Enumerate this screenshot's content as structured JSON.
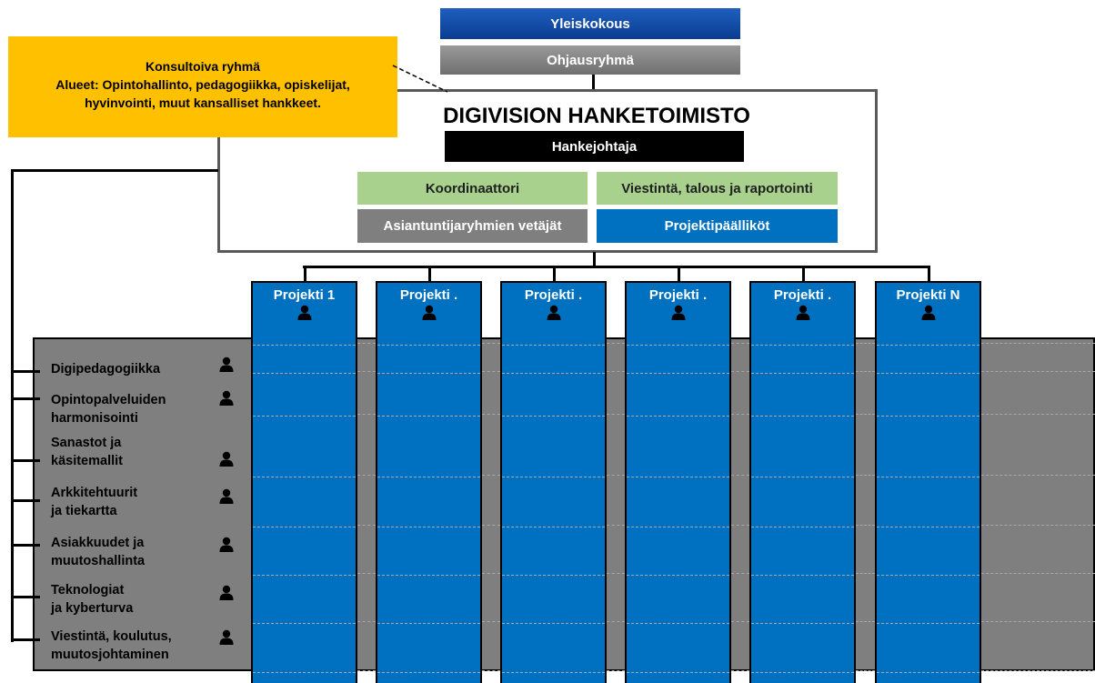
{
  "governance": {
    "general_meeting": "Yleiskokous",
    "steering_group": "Ohjausryhmä"
  },
  "advisory": {
    "title": "Konsultoiva ryhmä",
    "areas_line1": "Alueet: Opintohallinto, pedagogiikka, opiskelijat,",
    "areas_line2": "hyvinvointi, muut kansalliset hankkeet."
  },
  "office": {
    "title": "DIGIVISION HANKETOIMISTO",
    "project_director": "Hankejohtaja",
    "coordinator": "Koordinaattori",
    "communications": "Viestintä, talous ja raportointi",
    "expert_leads": "Asiantuntijaryhmien vetäjät",
    "project_managers": "Projektipäälliköt"
  },
  "projects": [
    {
      "label": "Projekti 1"
    },
    {
      "label": "Projekti ."
    },
    {
      "label": "Projekti ."
    },
    {
      "label": "Projekti ."
    },
    {
      "label": "Projekti ."
    },
    {
      "label": "Projekti N"
    }
  ],
  "expert_groups": [
    {
      "line1": "Digipedagogiikka",
      "line2": ""
    },
    {
      "line1": "Opintopalveluiden",
      "line2": "harmonisointi"
    },
    {
      "line1": "Sanastot ja",
      "line2": "käsitemallit"
    },
    {
      "line1": "Arkkitehtuurit",
      "line2": "ja tiekartta"
    },
    {
      "line1": "Asiakkuudet ja",
      "line2": "muutoshallinta"
    },
    {
      "line1": "Teknologiat",
      "line2": "ja kyberturva"
    },
    {
      "line1": "Viestintä, koulutus,",
      "line2": "muutosjohtaminen"
    }
  ],
  "icons": {
    "person": "person-icon"
  },
  "colors": {
    "general_meeting": "#0a3d91",
    "steering_group": "#7f7f7f",
    "advisory": "#ffc000",
    "director": "#000000",
    "green_roles": "#a9d18e",
    "expert_leads": "#7f7f7f",
    "project_blue": "#0070c0",
    "expert_band": "#7f7f7f"
  }
}
